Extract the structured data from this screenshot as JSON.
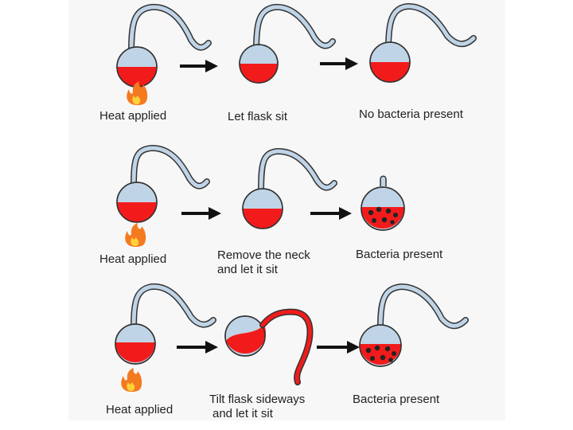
{
  "colors": {
    "broth": "#f21b1b",
    "glass": "#bfd4e6",
    "outline": "#333333",
    "flame_outer": "#f47a20",
    "flame_inner": "#ffd23a",
    "bacteria": "#222222",
    "arrow": "#111111",
    "panel_bg": "#f7f7f7"
  },
  "rows": [
    {
      "step1_label": "Heat applied",
      "step2_label": "Let flask sit",
      "step3_label": "No bacteria present"
    },
    {
      "step1_label": "Heat applied",
      "step2_label_line1": "Remove the neck",
      "step2_label_line2": "and let it sit",
      "step3_label": "Bacteria present"
    },
    {
      "step1_label": "Heat applied",
      "step2_label_line1": "Tilt flask sideways",
      "step2_label_line2": "and let it sit",
      "step3_label": "Bacteria present"
    }
  ],
  "icons": [
    "flame-icon",
    "arrow-right-icon",
    "swan-neck-flask-icon",
    "bacteria-colony-icon"
  ]
}
